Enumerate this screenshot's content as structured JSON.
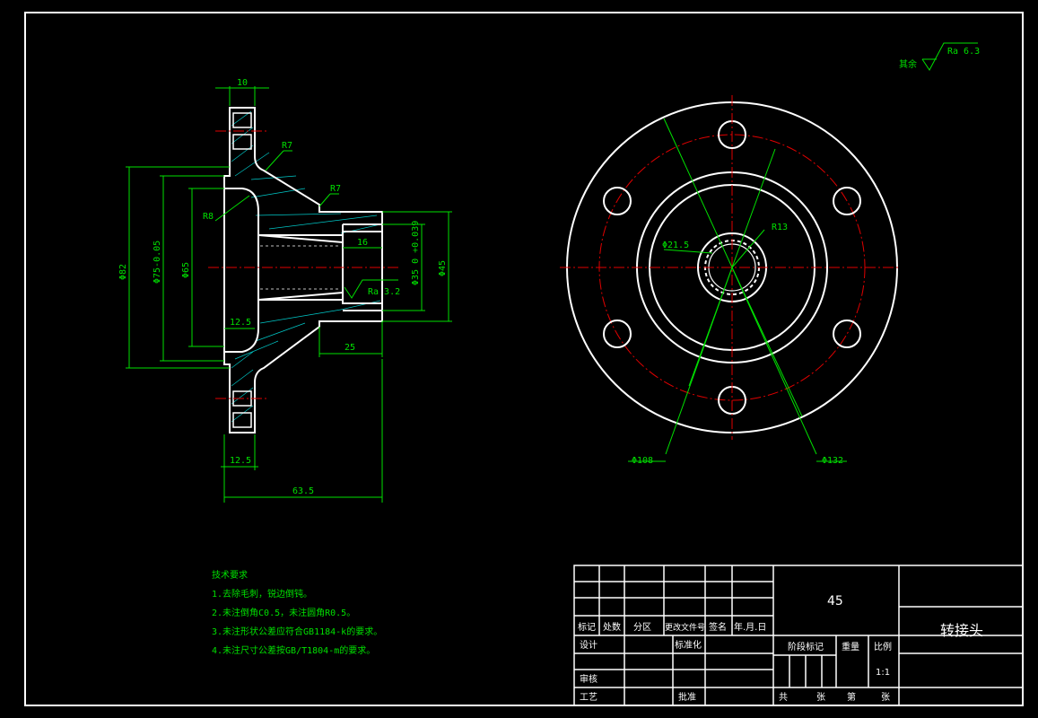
{
  "drawing": {
    "roughness_note": {
      "prefix": "其余",
      "value": "Ra 6.3"
    },
    "side_view": {
      "dimensions": {
        "flange_thickness": "10",
        "fillet_top": "R7",
        "fillet_hub": "R7",
        "fillet_inner": "R8",
        "dia_82": "Φ82",
        "dia_75": "Φ75-0.05",
        "dia_65": "Φ65",
        "dia_35": "Φ35 0 +0.039",
        "dia_45": "Φ45",
        "bore_depth": "16",
        "roughness_bore": "Ra 3.2",
        "step_12_5_upper": "12.5",
        "step_12_5_lower": "12.5",
        "hub_length": "25",
        "total_length": "63.5"
      }
    },
    "front_view": {
      "dimensions": {
        "spline_dia": "Φ21.5",
        "radius_13": "R13",
        "pcd_108": "Φ108",
        "dia_132": "Φ132"
      }
    },
    "tech_requirements": {
      "title": "技术要求",
      "items": [
        "1.去除毛刺，锐边倒钝。",
        "2.未注倒角C0.5，未注圆角R0.5。",
        "3.未注形状公差应符合GB1184-k的要求。",
        "4.未注尺寸公差按GB/T1804-m的要求。"
      ]
    },
    "title_block": {
      "material": "45",
      "part_name": "转接头",
      "rev_headers": [
        "标记",
        "处数",
        "分区",
        "更改文件号",
        "签名",
        "年.月.日"
      ],
      "design": "设计",
      "standardize": "标准化",
      "review": "审核",
      "process": "工艺",
      "approve": "批准",
      "stage_mark": "阶段标记",
      "weight": "重量",
      "scale": "比例",
      "scale_value": "1:1",
      "sheet_total_pre": "共",
      "sheet_total_post": "张",
      "sheet_no_pre": "第",
      "sheet_no_post": "张"
    }
  }
}
